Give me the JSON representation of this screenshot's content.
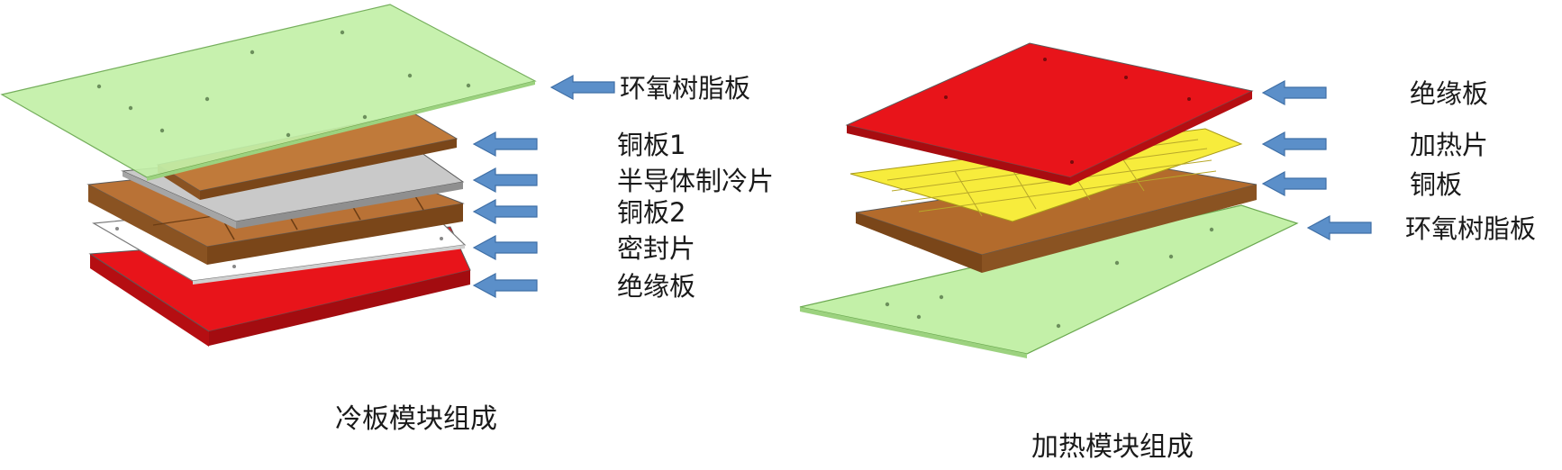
{
  "cold_plate": {
    "caption": "冷板模块组成",
    "labels": [
      "环氧树脂板",
      "铜板1",
      "半导体制冷片",
      "铜板2",
      "密封片",
      "绝缘板"
    ]
  },
  "heating": {
    "caption": "加热模块组成",
    "labels": [
      "绝缘板",
      "加热片",
      "铜板",
      "环氧树脂板"
    ]
  },
  "colors": {
    "epoxy": "#c3f0a8",
    "copper": "#b36b2c",
    "cooler": "#c8c8c8",
    "seal": "#ffffff",
    "insulation": "#e8141a",
    "heater": "#f7ec3c",
    "arrow": "#5b8fc9"
  }
}
